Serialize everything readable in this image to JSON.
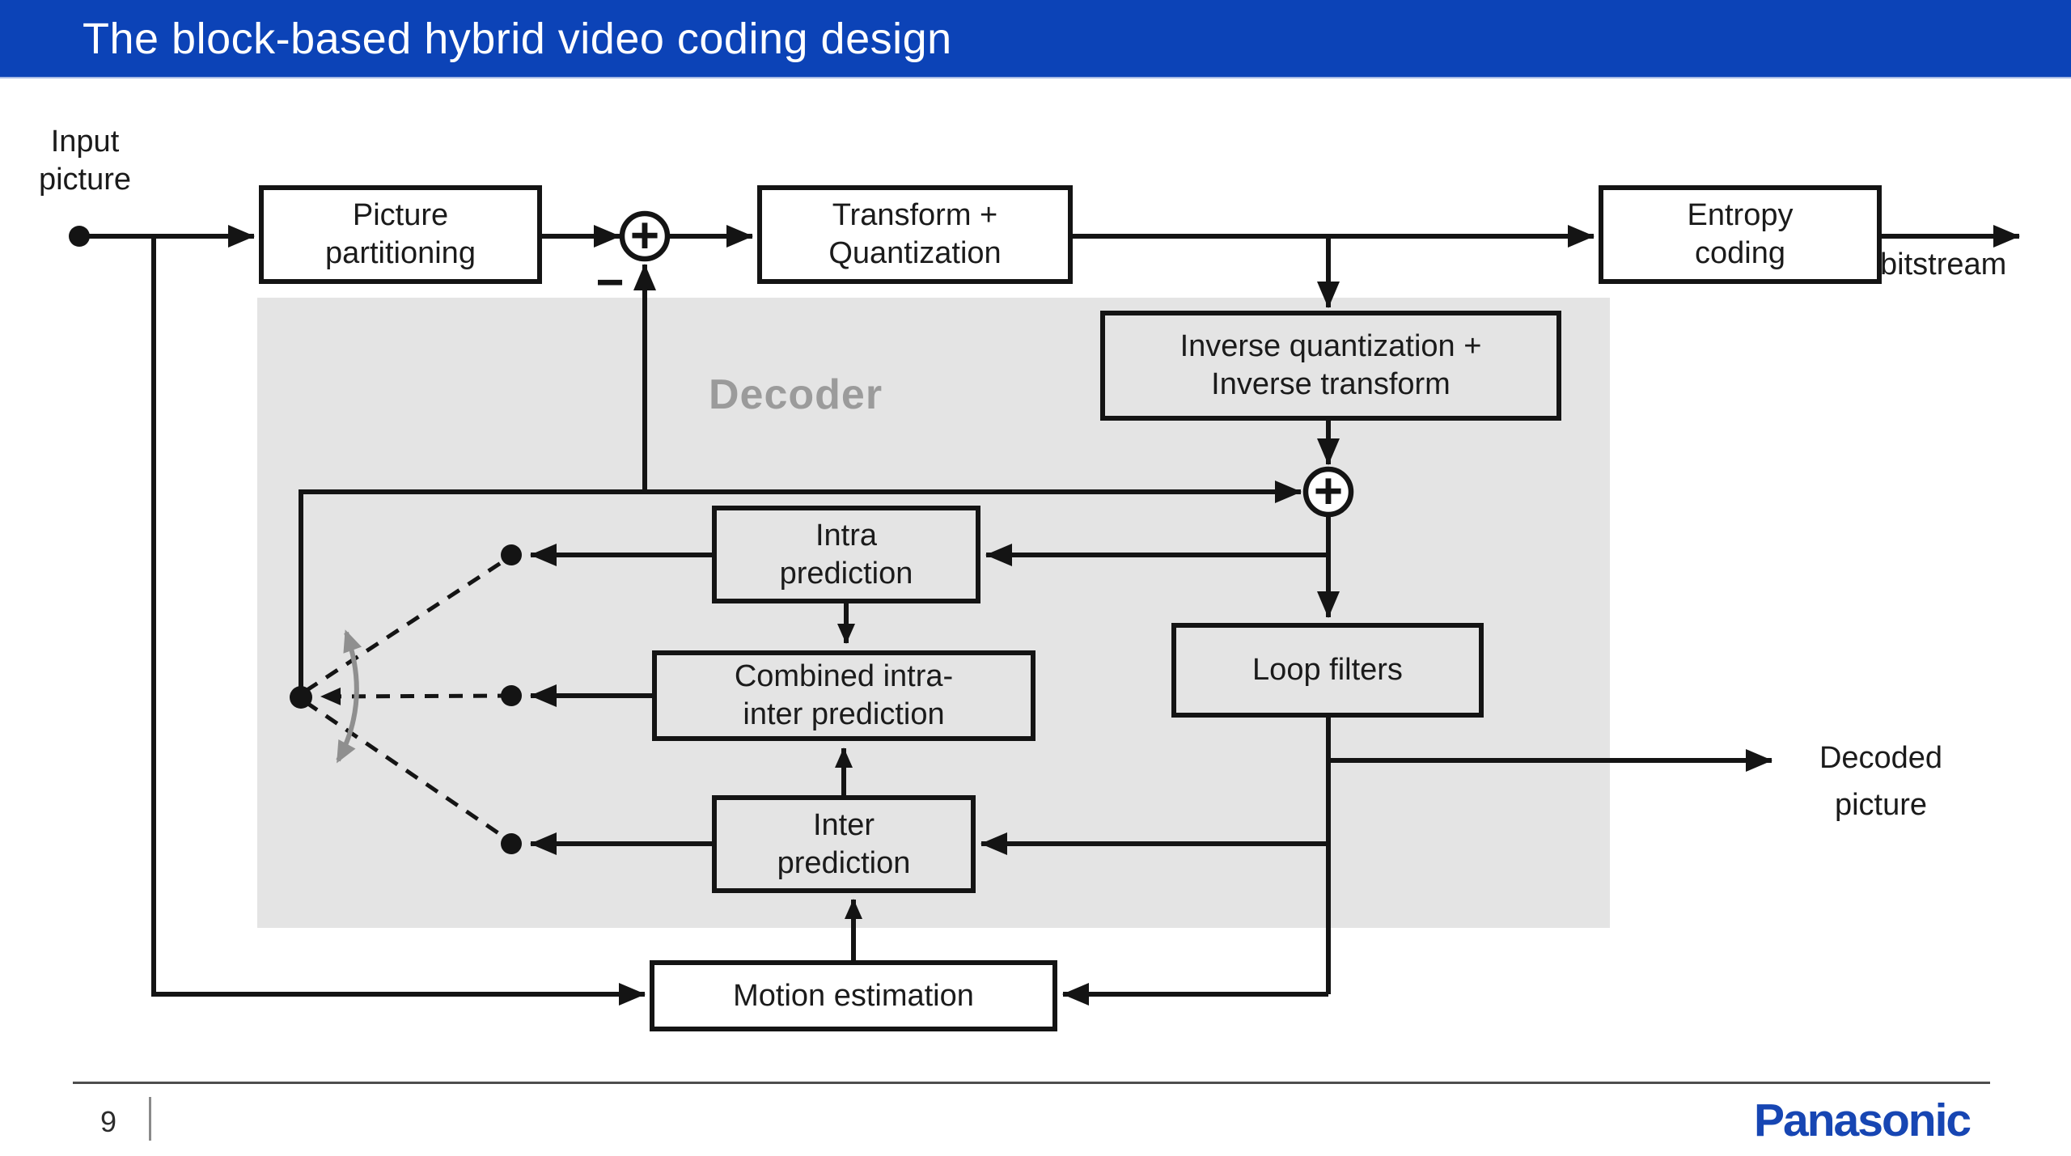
{
  "slide": {
    "title": "The block-based hybrid video coding design",
    "page_number": "9",
    "brand": "Panasonic"
  },
  "colors": {
    "title_bar_blue": "#0c43b7",
    "title_text": "#ffffff",
    "decoder_region_gray": "#e4e4e4",
    "decoder_label_gray": "#9b9b9b",
    "panasonic_blue": "#1746b3",
    "diagram_ink": "#141414",
    "sweep_arrow_gray": "#8f8f8f"
  },
  "diagram": {
    "labels": {
      "input_picture_line1": "Input",
      "input_picture_line2": "picture",
      "bitstream": "bitstream",
      "decoder_region": "Decoder",
      "decoded_picture_line1": "Decoded",
      "decoded_picture_line2": "picture",
      "plus": "+",
      "minus": "−"
    },
    "boxes": {
      "picture_partitioning": {
        "line1": "Picture",
        "line2": "partitioning"
      },
      "transform_quantization": {
        "line1": "Transform +",
        "line2": "Quantization"
      },
      "entropy_coding": {
        "line1": "Entropy",
        "line2": "coding"
      },
      "inverse_quantization": {
        "line1": "Inverse quantization +",
        "line2": "Inverse transform"
      },
      "intra_prediction": {
        "line1": "Intra",
        "line2": "prediction"
      },
      "combined_intra_inter_prediction": {
        "line1": "Combined intra-",
        "line2": "inter prediction"
      },
      "inter_prediction": {
        "line1": "Inter",
        "line2": "prediction"
      },
      "loop_filters": {
        "label": "Loop filters"
      },
      "motion_estimation": {
        "label": "Motion estimation"
      }
    }
  }
}
